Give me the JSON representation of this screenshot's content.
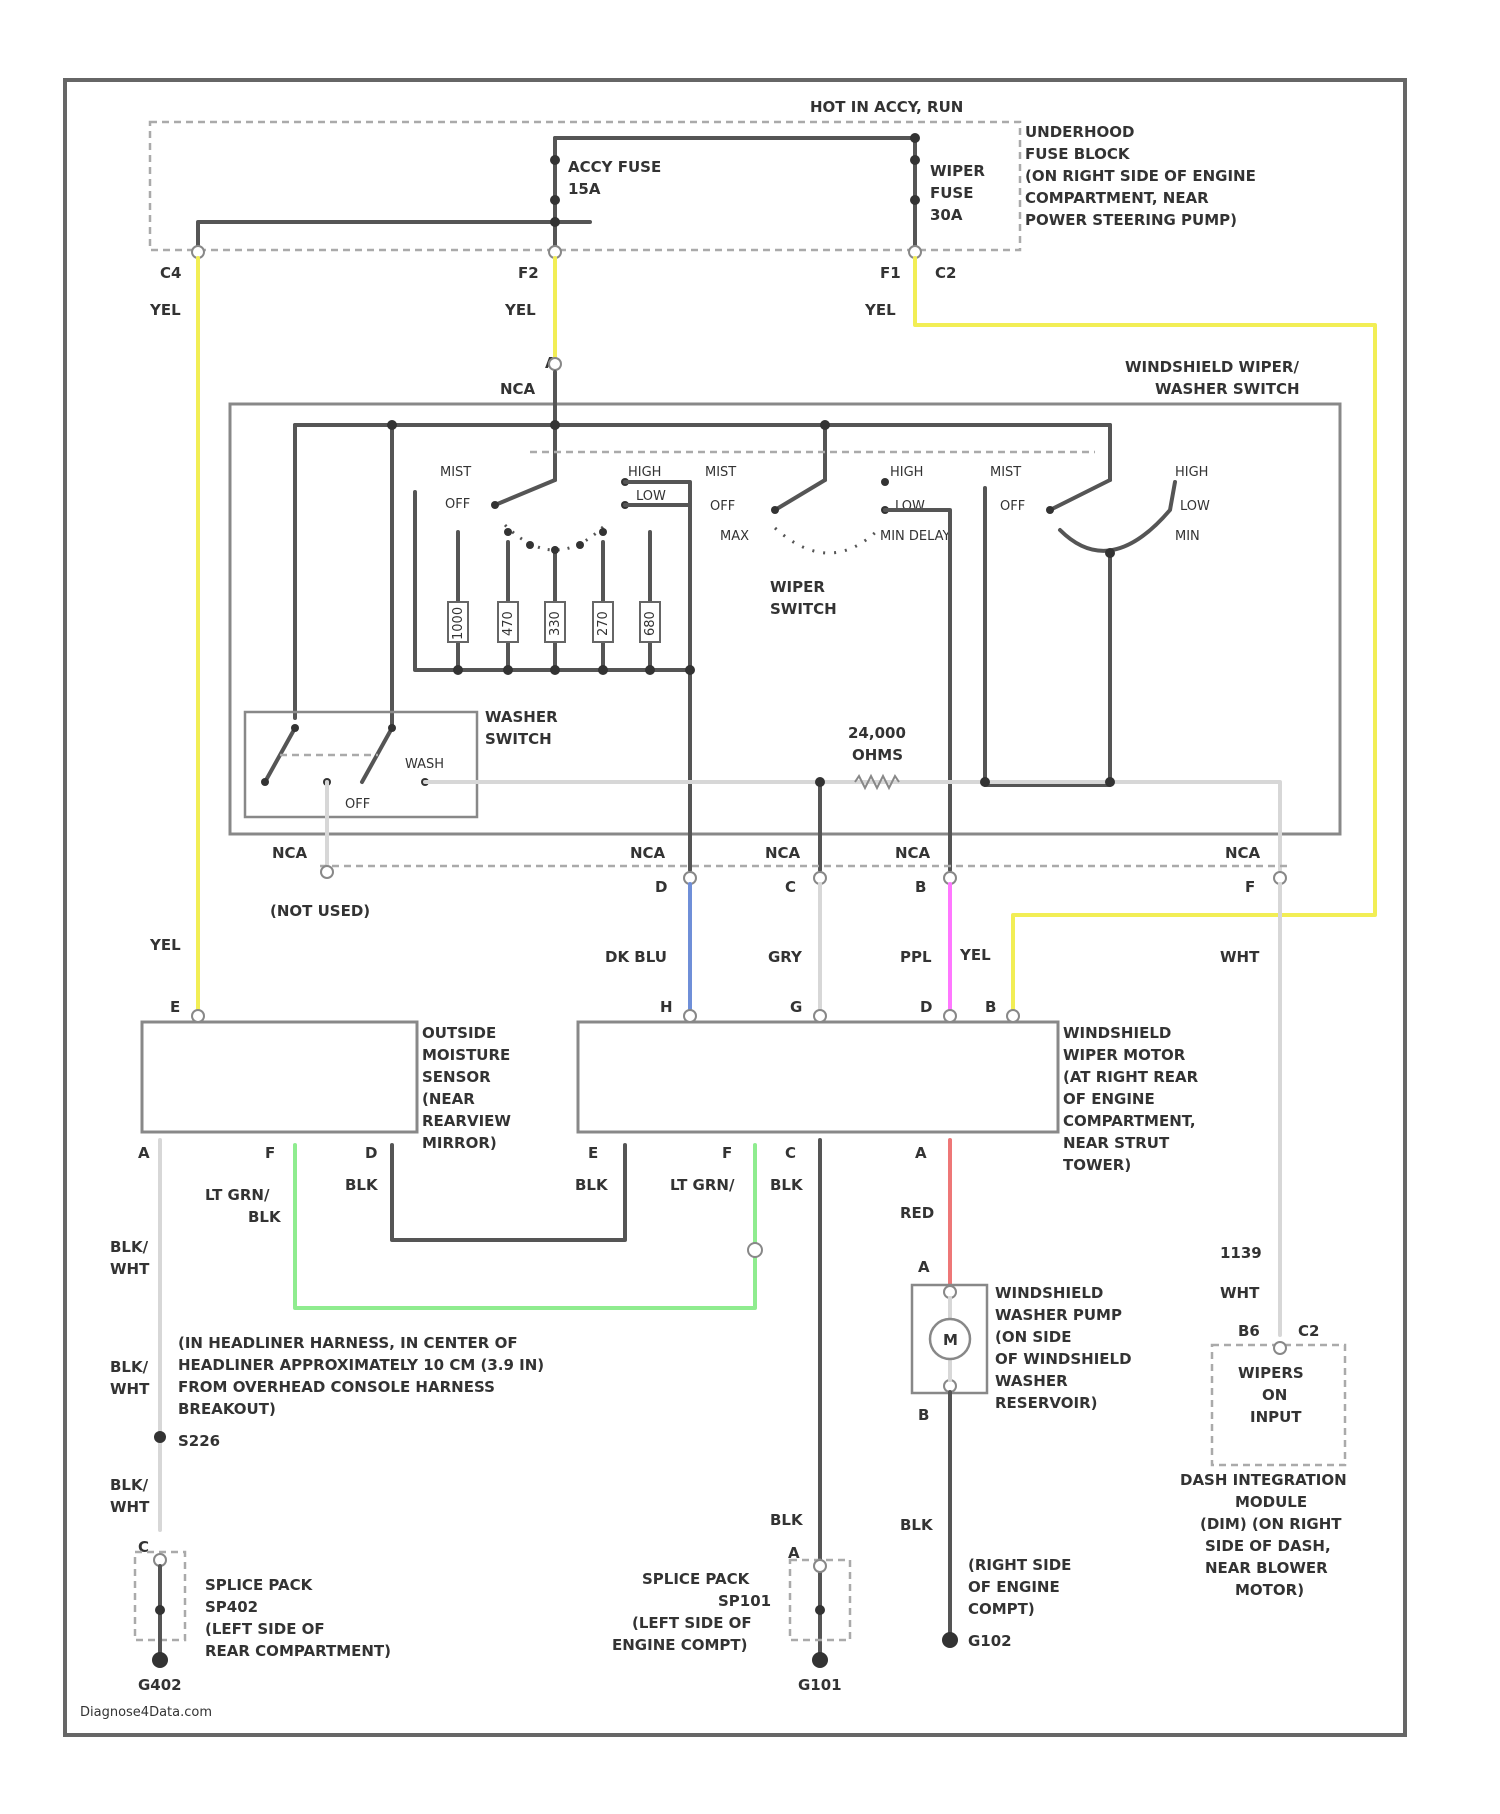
{
  "diagram": {
    "power": {
      "hot_label": "HOT IN ACCY, RUN",
      "fuse_block": [
        "UNDERHOOD",
        "FUSE BLOCK",
        "(ON RIGHT SIDE OF ENGINE",
        "COMPARTMENT, NEAR",
        "POWER STEERING PUMP)"
      ],
      "accy_fuse": [
        "ACCY FUSE",
        "15A"
      ],
      "wiper_fuse": [
        "WIPER",
        "FUSE",
        "30A"
      ],
      "pins": [
        "C4",
        "F2",
        "F1",
        "C2"
      ]
    },
    "wire_colors": {
      "yel": "YEL",
      "blk": "BLK",
      "blk_wht": "BLK/",
      "blk_wht2": "WHT",
      "dk_blu": "DK BLU",
      "gry": "GRY",
      "ppl": "PPL",
      "wht": "WHT",
      "lt_grn": "LT GRN/",
      "lt_grn2": "BLK",
      "red": "RED"
    },
    "switch": {
      "title": [
        "WINDSHIELD WIPER/",
        "WASHER SWITCH"
      ],
      "nca": "NCA",
      "pin_a": "A",
      "pos": {
        "mist": "MIST",
        "off": "OFF",
        "high": "HIGH",
        "low": "LOW",
        "delay": "DELAY",
        "max": "MAX",
        "min_delay": "MIN DELAY",
        "min": "MIN"
      },
      "wiper_switch": [
        "WIPER",
        "SWITCH"
      ],
      "washer_switch": [
        "WASHER",
        "SWITCH"
      ],
      "washer_off": "OFF",
      "washer_wash": "WASH",
      "resistor": [
        "24,000",
        "OHMS"
      ],
      "resistors": [
        "1000",
        "470",
        "330",
        "270",
        "680"
      ],
      "not_used": "(NOT USED)",
      "pins": [
        "D",
        "C",
        "B",
        "F"
      ]
    },
    "sensor": {
      "label": [
        "OUTSIDE",
        "MOISTURE",
        "SENSOR",
        "(NEAR",
        "REARVIEW",
        "MIRROR)"
      ],
      "pin_top": "E",
      "pins_bottom": [
        "A",
        "F",
        "D"
      ]
    },
    "motor": {
      "label": [
        "WINDSHIELD",
        "WIPER MOTOR",
        "(AT RIGHT REAR",
        "OF ENGINE",
        "COMPARTMENT,",
        "NEAR STRUT",
        "TOWER)"
      ],
      "pins_top": [
        "H",
        "G",
        "D",
        "B"
      ],
      "pins_bottom": [
        "E",
        "F",
        "C",
        "A"
      ]
    },
    "pump": {
      "label": [
        "WINDSHIELD",
        "WASHER PUMP",
        "(ON SIDE",
        "OF WINDSHIELD",
        "WASHER",
        "RESERVOIR)"
      ],
      "pin_a": "A",
      "pin_b": "B",
      "motor_symbol": "M"
    },
    "dim": {
      "wire_num": "1139",
      "pins": [
        "B6",
        "C2"
      ],
      "input": [
        "WIPERS",
        "ON",
        "INPUT"
      ],
      "label": [
        "DASH INTEGRATION",
        "MODULE",
        "(DIM) (ON RIGHT",
        "SIDE OF DASH,",
        "NEAR BLOWER",
        "MOTOR)"
      ]
    },
    "splices": {
      "s226_note": [
        "(IN HEADLINER HARNESS, IN CENTER OF",
        "HEADLINER APPROXIMATELY 10 CM (3.9 IN)",
        "FROM OVERHEAD CONSOLE HARNESS",
        "BREAKOUT)"
      ],
      "s226": "S226",
      "sp402": [
        "SPLICE PACK",
        "SP402",
        "(LEFT SIDE OF",
        "REAR COMPARTMENT)"
      ],
      "g402": "G402",
      "sp101": [
        "SPLICE PACK",
        "SP101",
        "(LEFT SIDE OF",
        "ENGINE COMPT)"
      ],
      "g101": "G101",
      "g102_note": [
        "(RIGHT SIDE",
        "OF ENGINE",
        "COMPT)"
      ],
      "g102": "G102",
      "pin_c": "C",
      "pin_a": "A"
    },
    "watermark": "Diagnose4Data.com"
  }
}
